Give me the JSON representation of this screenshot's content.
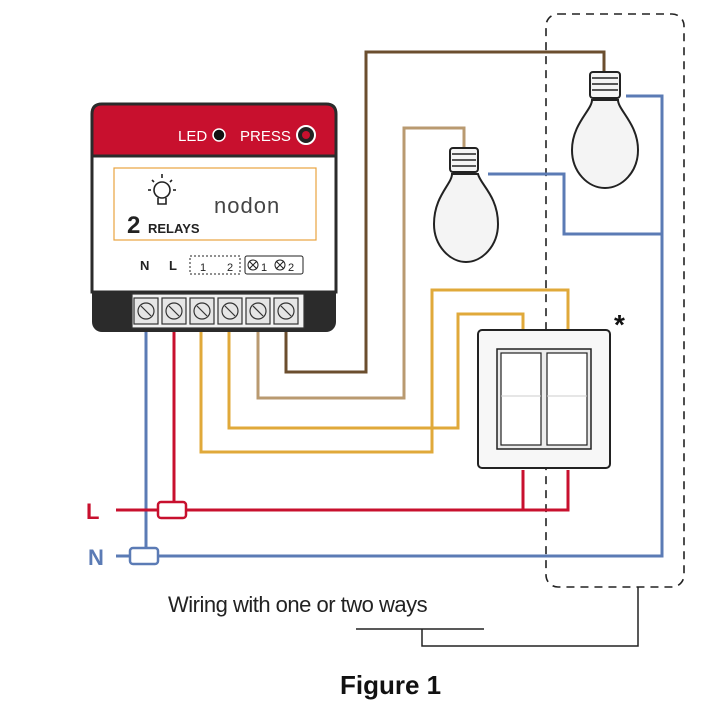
{
  "module": {
    "led_label": "LED",
    "press_label": "PRESS",
    "relay_count": "2",
    "relays_label": "RELAYS",
    "brand": "nodon",
    "terminals": [
      "N",
      "L",
      "1",
      "2",
      "1",
      "2"
    ],
    "header_color": "#c8102e",
    "body_color": "#ffffff",
    "base_color": "#2b2b2b"
  },
  "wire_colors": {
    "live": "#c8102e",
    "neutral": "#5b7bb5",
    "switch": "#e0a93a",
    "lamp1": "#6b4e2e",
    "lamp2": "#b99a70"
  },
  "labels": {
    "live": "L",
    "neutral": "N",
    "asterisk": "*",
    "caption": "Wiring with one or two ways",
    "figure": "Figure 1"
  }
}
